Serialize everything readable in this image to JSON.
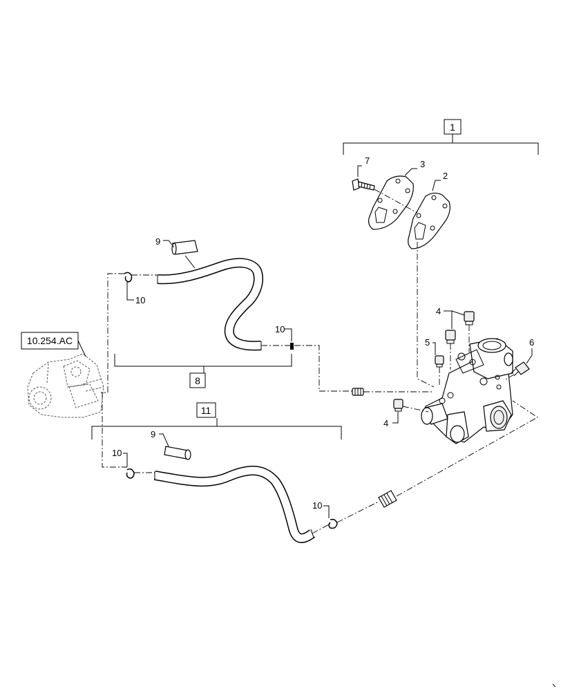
{
  "callouts": {
    "c1": "1",
    "c2": "2",
    "c3": "3",
    "c4a": "4",
    "c4b": "4",
    "c5": "5",
    "c6": "6",
    "c7": "7",
    "c8": "8",
    "c9a": "9",
    "c9b": "9",
    "c10a": "10",
    "c10b": "10",
    "c10c": "10",
    "c10d": "10",
    "c11": "11"
  },
  "reference": {
    "label": "10.254.AC"
  }
}
